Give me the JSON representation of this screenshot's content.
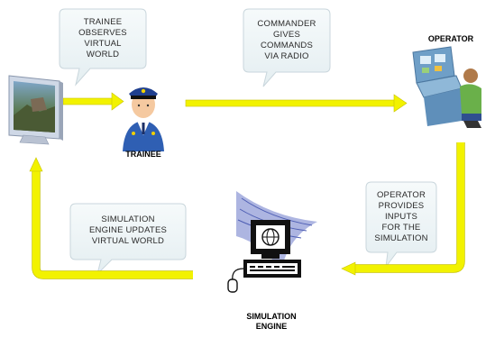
{
  "colors": {
    "arrow": "#f2f200",
    "arrow_edge": "#c8c400",
    "callout_fill": "#eef4f6",
    "callout_edge": "#c9d6dc"
  },
  "nodes": {
    "monitor": {
      "icon": "monitor-icon"
    },
    "trainee": {
      "icon": "trainee-icon",
      "label": "TRAINEE"
    },
    "operator": {
      "icon": "operator-icon",
      "label": "OPERATOR"
    },
    "simulation_engine": {
      "icon": "computer-icon",
      "label": "SIMULATION\nENGINE"
    }
  },
  "callouts": {
    "observes": "TRAINEE\nOBSERVES\nVIRTUAL\nWORLD",
    "commands": "COMMANDER\nGIVES\nCOMMANDS\nVIA RADIO",
    "inputs": "OPERATOR\nPROVIDES\nINPUTS\nFOR THE\nSIMULATION",
    "updates": "SIMULATION\nENGINE UPDATES\nVIRTUAL WORLD"
  }
}
